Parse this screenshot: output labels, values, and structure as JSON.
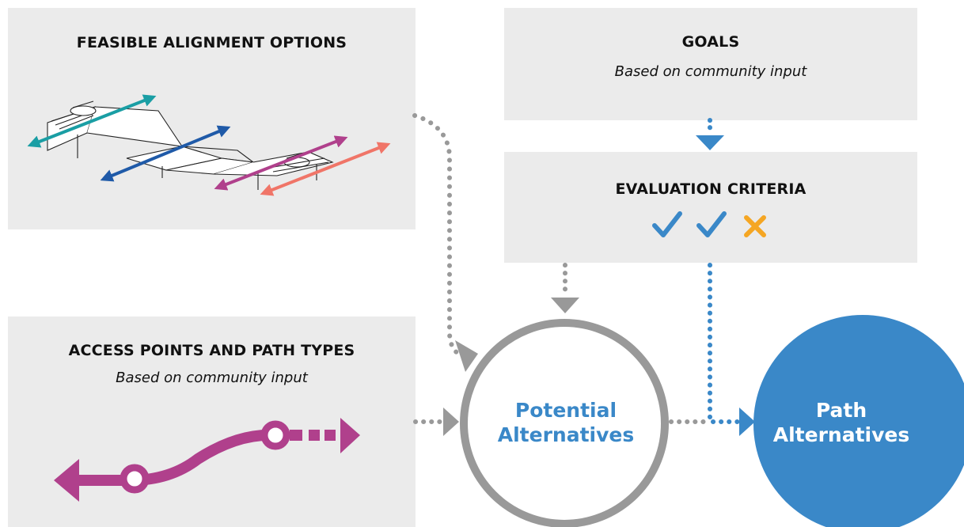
{
  "colors": {
    "box_bg": "#ebebeb",
    "gray_connector": "#999999",
    "blue": "#3a88c8",
    "magenta": "#b0408c",
    "teal": "#1a9ea4",
    "dark_blue": "#1f5aa8",
    "salmon": "#f07568",
    "orange": "#f5a623"
  },
  "boxes": {
    "feasible": {
      "title": "FEASIBLE ALIGNMENT OPTIONS"
    },
    "goals": {
      "title": "GOALS",
      "subtitle": "Based on community input"
    },
    "evaluation": {
      "title": "EVALUATION CRITERIA",
      "icons": [
        "checkmark-icon",
        "checkmark-icon",
        "x-mark-icon"
      ]
    },
    "access": {
      "title": "ACCESS POINTS AND PATH TYPES",
      "subtitle": "Based on community input"
    }
  },
  "circles": {
    "potential": {
      "line1": "Potential",
      "line2": "Alternatives"
    },
    "path": {
      "line1": "Path",
      "line2": "Alternatives"
    }
  }
}
